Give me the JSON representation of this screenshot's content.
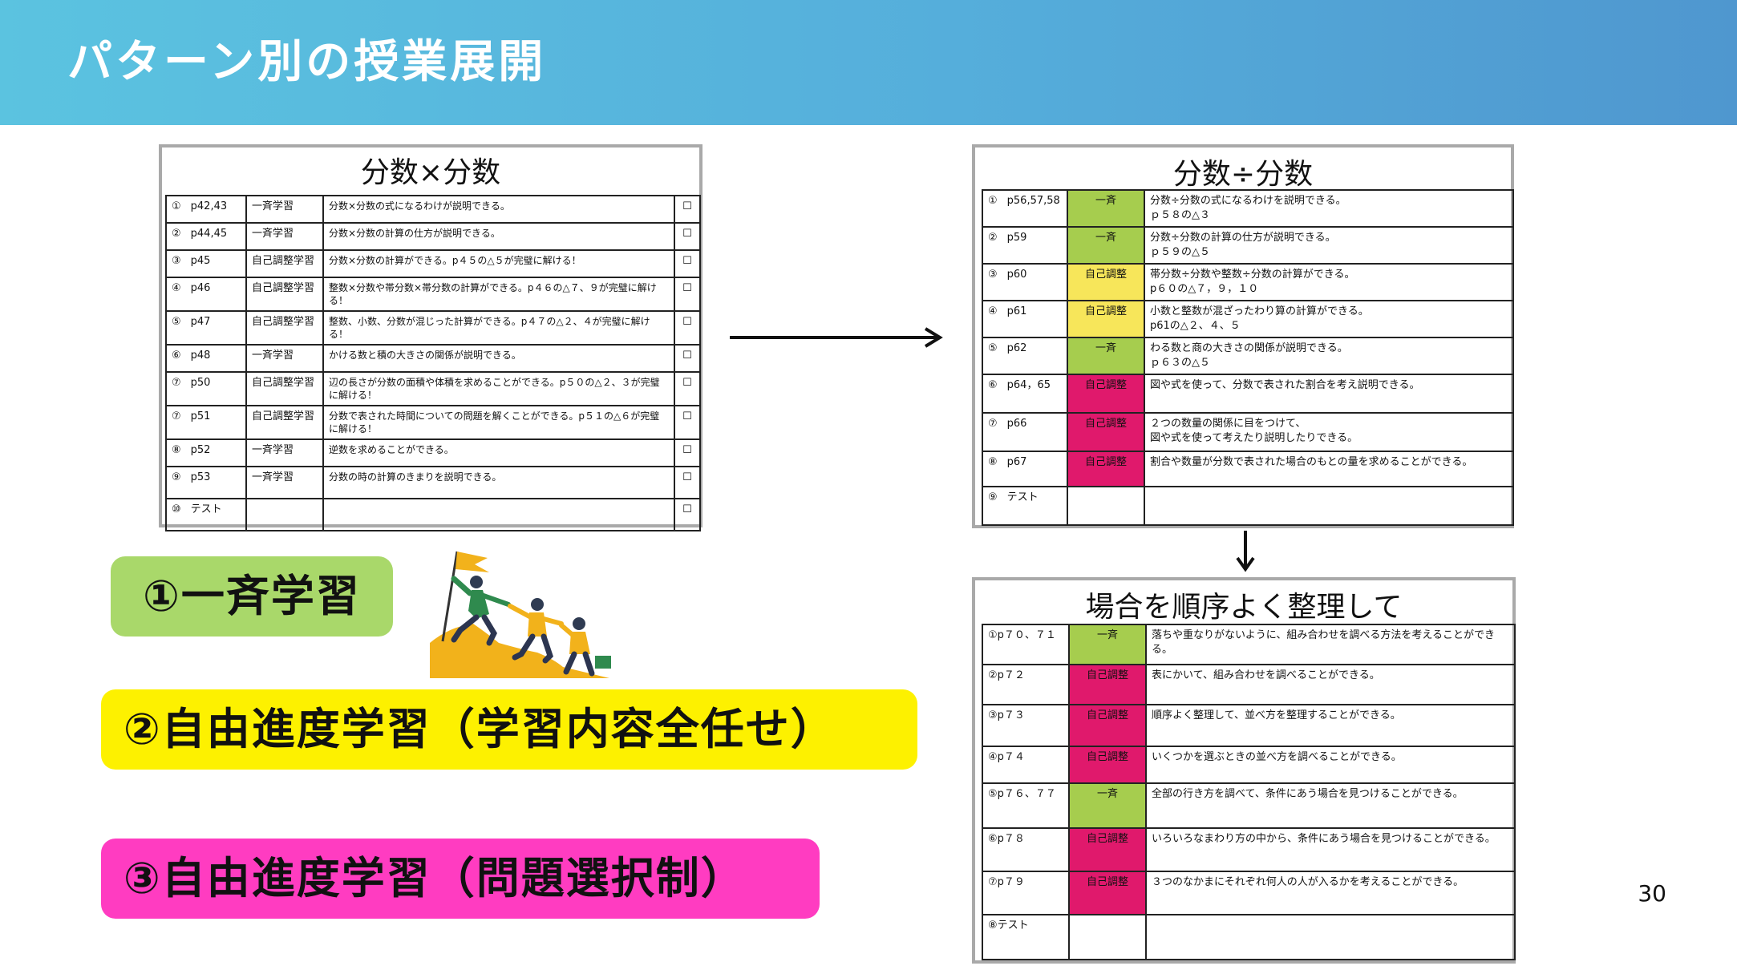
{
  "header": {
    "title": "パターン別の授業展開"
  },
  "panel1": {
    "title": "分数×分数",
    "rows": [
      {
        "no": "①",
        "page": "p42,43",
        "type": "一斉学習",
        "goal": "分数×分数の式になるわけが説明できる。",
        "check": "☐"
      },
      {
        "no": "②",
        "page": "p44,45",
        "type": "一斉学習",
        "goal": "分数×分数の計算の仕方が説明できる。",
        "check": "☐"
      },
      {
        "no": "③",
        "page": "p45",
        "type": "自己調整学習",
        "goal": "分数×分数の計算ができる。p４５の△５が完璧に解ける！",
        "check": "☐"
      },
      {
        "no": "④",
        "page": "p46",
        "type": "自己調整学習",
        "goal": "整数×分数や帯分数×帯分数の計算ができる。p４６の△７、９が完璧に解ける！",
        "check": "☐"
      },
      {
        "no": "⑤",
        "page": "p47",
        "type": "自己調整学習",
        "goal": "整数、小数、分数が混じった計算ができる。p４７の△２、４が完璧に解ける！",
        "check": "☐"
      },
      {
        "no": "⑥",
        "page": "p48",
        "type": "一斉学習",
        "goal": "かける数と積の大きさの関係が説明できる。",
        "check": "☐"
      },
      {
        "no": "⑦",
        "page": "p50",
        "type": "自己調整学習",
        "goal": "辺の長さが分数の面積や体積を求めることができる。p５０の△２、３が完璧に解ける！",
        "check": "☐"
      },
      {
        "no": "⑦",
        "page": "p51",
        "type": "自己調整学習",
        "goal": "分数で表された時間についての問題を解くことができる。p５１の△６が完璧に解ける！",
        "check": "☐"
      },
      {
        "no": "⑧",
        "page": "p52",
        "type": "一斉学習",
        "goal": "逆数を求めることができる。",
        "check": "☐"
      },
      {
        "no": "⑨",
        "page": "p53",
        "type": "一斉学習",
        "goal": "分数の時の計算のきまりを説明できる。",
        "check": "☐"
      },
      {
        "no": "⑩",
        "page": "テスト",
        "type": "",
        "goal": "",
        "check": "☐"
      }
    ]
  },
  "panel2": {
    "title": "分数÷分数",
    "rows": [
      {
        "no": "①",
        "page": "p56,57,58",
        "type": "一斉",
        "color": "green",
        "goal1": "分数÷分数の式になるわけを説明できる。",
        "goal2": "ｐ５８の△３"
      },
      {
        "no": "②",
        "page": "p59",
        "type": "一斉",
        "color": "green",
        "goal1": "分数÷分数の計算の仕方が説明できる。",
        "goal2": "ｐ５９の△５"
      },
      {
        "no": "③",
        "page": "p60",
        "type": "自己調整",
        "color": "yellow",
        "goal1": "帯分数÷分数や整数÷分数の計算ができる。",
        "goal2": "p６０の△７，９，１０"
      },
      {
        "no": "④",
        "page": "p61",
        "type": "自己調整",
        "color": "yellow",
        "goal1": "小数と整数が混ざったわり算の計算ができる。",
        "goal2": "p61の△２、４、５"
      },
      {
        "no": "⑤",
        "page": "p62",
        "type": "一斉",
        "color": "green",
        "goal1": "わる数と商の大きさの関係が説明できる。",
        "goal2": "ｐ６３の△５"
      },
      {
        "no": "⑥",
        "page": "p64，65",
        "type": "自己調整",
        "color": "pink",
        "goal1": "図や式を使って、分数で表された割合を考え説明できる。",
        "goal2": ""
      },
      {
        "no": "⑦",
        "page": "p66",
        "type": "自己調整",
        "color": "pink",
        "goal1": "２つの数量の関係に目をつけて、",
        "goal2": "図や式を使って考えたり説明したりできる。"
      },
      {
        "no": "⑧",
        "page": "p67",
        "type": "自己調整",
        "color": "pink",
        "goal1": "割合や数量が分数で表された場合のもとの量を求めることができる。",
        "goal2": ""
      },
      {
        "no": "⑨",
        "page": "テスト",
        "type": "",
        "color": "none",
        "goal1": "",
        "goal2": ""
      }
    ]
  },
  "panel3": {
    "title": "場合を順序よく整理して",
    "rows": [
      {
        "label": "①p７０、７１",
        "type": "一斉",
        "color": "green",
        "goal": "落ちや重なりがないように、組み合わせを調べる方法を考えることができる。"
      },
      {
        "label": "②p７２",
        "type": "自己調整",
        "color": "pink",
        "goal": "表にかいて、組み合わせを調べることができる。"
      },
      {
        "label": "③p７３",
        "type": "自己調整",
        "color": "pink",
        "goal": "順序よく整理して、並べ方を整理することができる。"
      },
      {
        "label": "④p７４",
        "type": "自己調整",
        "color": "pink",
        "goal": "いくつかを選ぶときの並べ方を調べることができる。"
      },
      {
        "label": "⑤p７６、７７",
        "type": "一斉",
        "color": "green",
        "goal": "全部の行き方を調べて、条件にあう場合を見つけることができる。"
      },
      {
        "label": "⑥p７８",
        "type": "自己調整",
        "color": "pink",
        "goal": "いろいろなまわり方の中から、条件にあう場合を見つけることができる。"
      },
      {
        "label": "⑦p７９",
        "type": "自己調整",
        "color": "pink",
        "goal": "３つのなかまにそれぞれ何人の人が入るかを考えることができる。"
      },
      {
        "label": "⑧テスト",
        "type": "",
        "color": "none",
        "goal": ""
      }
    ]
  },
  "labels": {
    "pattern1": "①一斉学習",
    "pattern2": "②自由進度学習（学習内容全任せ）",
    "pattern3": "③自由進度学習（問題選択制）"
  },
  "colors": {
    "green": "#a6cd4e",
    "yellow": "#f7e65a",
    "pink": "#e0196c",
    "pill1": "#a9d86a",
    "pill2": "#fdf100",
    "pill3": "#ff3cc1"
  },
  "page_number": "30"
}
